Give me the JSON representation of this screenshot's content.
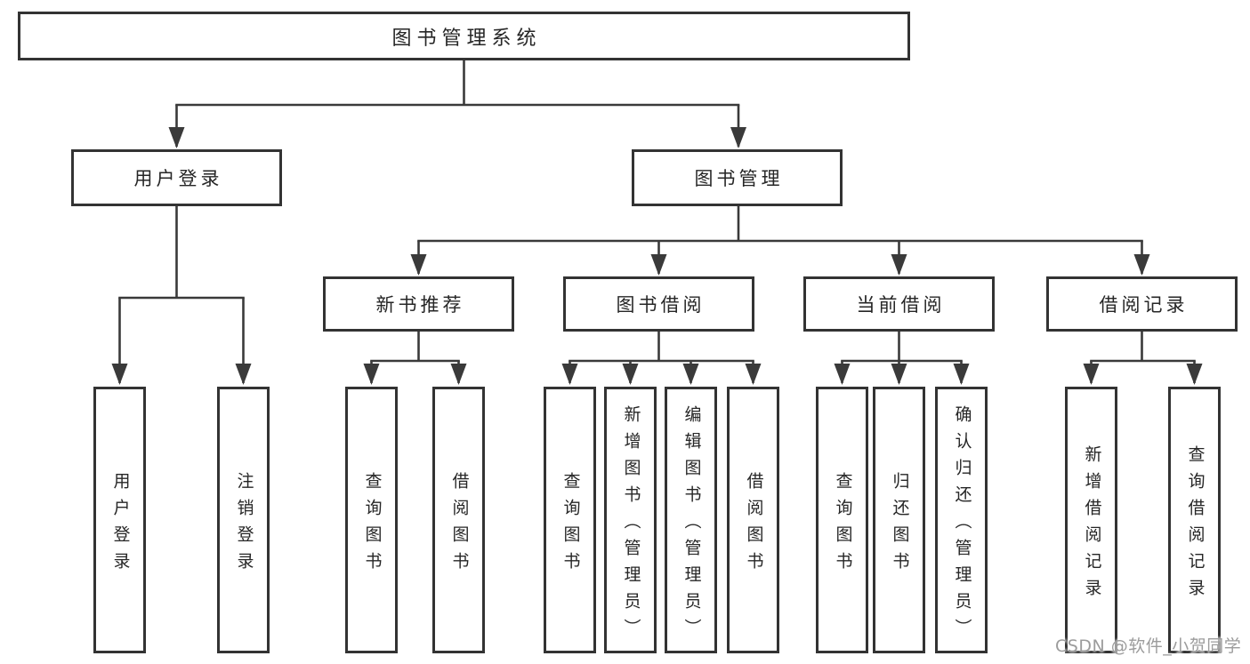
{
  "nodes": {
    "root": "图书管理系统",
    "l1_user_login": "用户登录",
    "l1_book_mgmt": "图书管理",
    "l2_new_books": "新书推荐",
    "l2_book_borrow": "图书借阅",
    "l2_current_borrow": "当前借阅",
    "l2_borrow_records": "借阅记录",
    "leaf_ul_login": "用户登录",
    "leaf_ul_logout": "注销登录",
    "leaf_nb_search": "查询图书",
    "leaf_nb_borrow": "借阅图书",
    "leaf_bb_search": "查询图书",
    "leaf_bb_add": "新增图书（管理员）",
    "leaf_bb_edit": "编辑图书（管理员）",
    "leaf_bb_borrow": "借阅图书",
    "leaf_cb_search": "查询图书",
    "leaf_cb_return": "归还图书",
    "leaf_cb_confirm": "确认归还（管理员）",
    "leaf_br_add": "新增借阅记录",
    "leaf_br_search": "查询借阅记录"
  },
  "hierarchy": {
    "root": [
      "l1_user_login",
      "l1_book_mgmt"
    ],
    "l1_user_login": [
      "leaf_ul_login",
      "leaf_ul_logout"
    ],
    "l1_book_mgmt": [
      "l2_new_books",
      "l2_book_borrow",
      "l2_current_borrow",
      "l2_borrow_records"
    ],
    "l2_new_books": [
      "leaf_nb_search",
      "leaf_nb_borrow"
    ],
    "l2_book_borrow": [
      "leaf_bb_search",
      "leaf_bb_add",
      "leaf_bb_edit",
      "leaf_bb_borrow"
    ],
    "l2_current_borrow": [
      "leaf_cb_search",
      "leaf_cb_return",
      "leaf_cb_confirm"
    ],
    "l2_borrow_records": [
      "leaf_br_add",
      "leaf_br_search"
    ]
  },
  "watermark": "CSDN @软件_小贺同学",
  "colors": {
    "line": "#3a3a3a",
    "box_border": "#333333",
    "box_fill": "#ffffff",
    "text": "#262626",
    "watermark": "#9c9c9c",
    "background": "#ffffff"
  }
}
